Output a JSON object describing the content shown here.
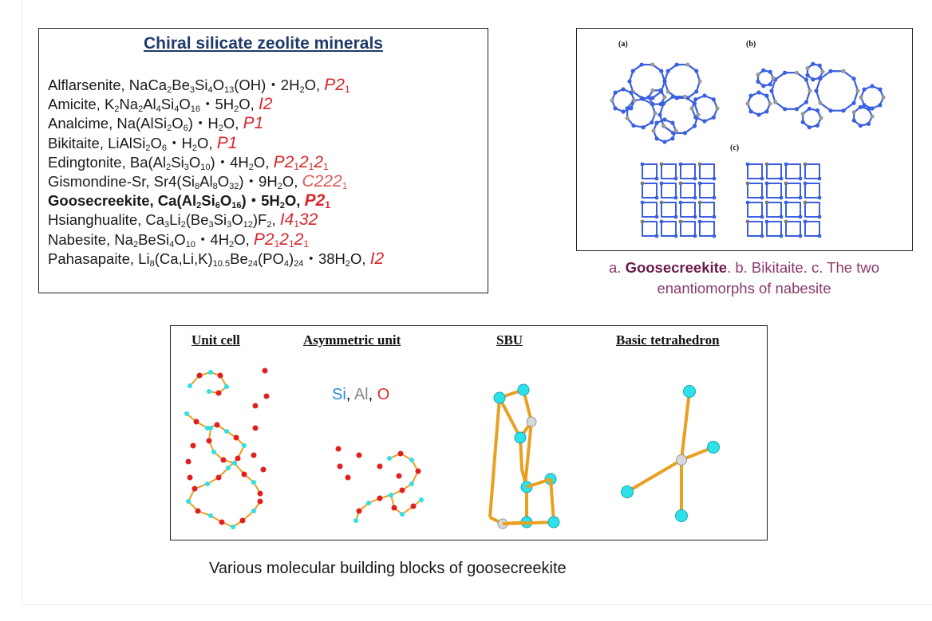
{
  "minerals_panel": {
    "title": "Chiral silicate zeolite minerals",
    "items": [
      {
        "name": "Alflarsenite, ",
        "formula": "NaCa<sub>2</sub>Be<sub>3</sub>Si<sub>4</sub>O<sub>13</sub>(OH)・2H<sub>2</sub>O,",
        "space_group": "P2<sub>1</sub>",
        "bold": false
      },
      {
        "name": "Amicite, ",
        "formula": "K<sub>2</sub>Na<sub>2</sub>Al<sub>4</sub>Si<sub>4</sub>O<sub>16</sub>・5H<sub>2</sub>O,",
        "space_group": "I2",
        "bold": false
      },
      {
        "name": "Analcime, ",
        "formula": "Na(AlSi<sub>2</sub>O<sub>6</sub>)・H<sub>2</sub>O,",
        "space_group": "P1",
        "bold": false
      },
      {
        "name": "Bikitaite, ",
        "formula": "LiAlSi<sub>2</sub>O<sub>6</sub>・H<sub>2</sub>O,",
        "space_group": "P1",
        "bold": false
      },
      {
        "name": "Edingtonite, ",
        "formula": "Ba(Al<sub>2</sub>Si<sub>3</sub>O<sub>10</sub>)・4H<sub>2</sub>O,",
        "space_group": "P2<sub>1</sub>2<sub>1</sub>2<sub>1</sub>",
        "bold": false
      },
      {
        "name": "Gismondine-Sr, ",
        "formula": "Sr4(Si<sub>8</sub>Al<sub>8</sub>O<sub>32</sub>)・9H<sub>2</sub>O,",
        "space_group": "C222<sub>1</sub>",
        "bold": false,
        "pale": true
      },
      {
        "name": "Goosecreekite, ",
        "formula": "Ca(Al<sub>2</sub>Si<sub>6</sub>O<sub>16</sub>)・5H<sub>2</sub>O,",
        "space_group": "P2<sub>1</sub>",
        "bold": true
      },
      {
        "name": "Hsianghualite, ",
        "formula": "Ca<sub>3</sub>Li<sub>2</sub>(Be<sub>3</sub>Si<sub>3</sub>O<sub>12</sub>)F<sub>2</sub>,",
        "space_group": "I4<sub>1</sub>32",
        "bold": false
      },
      {
        "name": "Nabesite, ",
        "formula": "Na<sub>2</sub>BeSi<sub>4</sub>O<sub>10</sub>・4H<sub>2</sub>O,",
        "space_group": "P2<sub>1</sub>2<sub>1</sub>2<sub>1</sub>",
        "bold": false
      },
      {
        "name": "Pahasapaite, ",
        "formula": "Li<sub>8</sub>(Ca,Li,K)<sub>10.5</sub>Be<sub>24</sub>(PO<sub>4</sub>)<sub>24</sub>・38H<sub>2</sub>O,",
        "space_group": "I2",
        "bold": false
      }
    ]
  },
  "structure_panel": {
    "labels": [
      "(a)",
      "(b)",
      "(c)"
    ],
    "caption_bold": "Goosecreekite",
    "caption_prefix": "a. ",
    "caption_rest": ". b. Bikitaite. c. The two enantiomorphs of nabesite"
  },
  "blocks_panel": {
    "headings": [
      "Unit cell",
      "Asymmetric unit",
      "SBU",
      "Basic tetrahedron"
    ],
    "legend": {
      "si": "Si",
      "al": "Al",
      "o": "O",
      "sep": ", "
    },
    "colors": {
      "si": "#2ee0e8",
      "al": "#d8d8d8",
      "o": "#e02020",
      "bond": "#e8a020",
      "framework": "#3a5fe0"
    }
  },
  "bottom_caption": "Various molecular building blocks of goosecreekite"
}
